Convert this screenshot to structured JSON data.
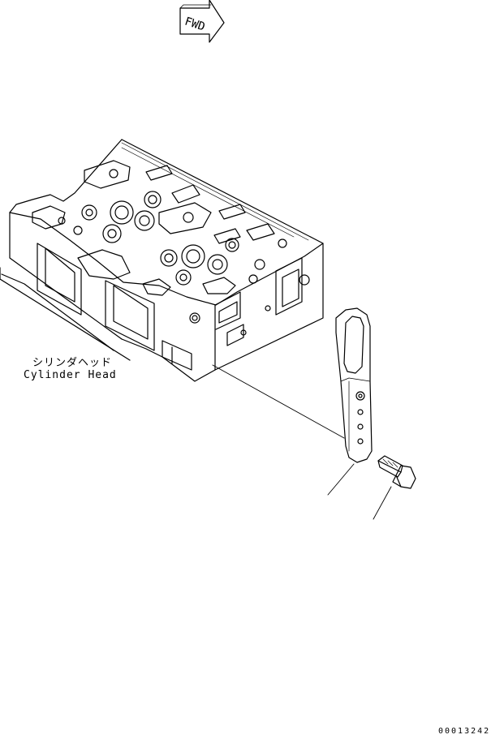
{
  "fwd_mark": {
    "text": "FWD"
  },
  "part_label": {
    "japanese": "シリンダヘッド",
    "english": "Cylinder Head"
  },
  "drawing_number": "00013242",
  "colors": {
    "line": "#000000",
    "background": "#ffffff"
  }
}
